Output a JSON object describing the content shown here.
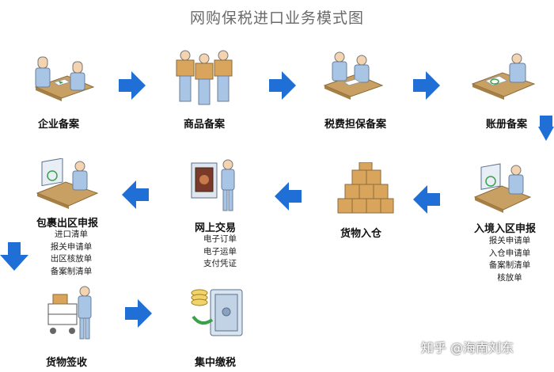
{
  "title": "网购保税进口业务模式图",
  "nodes": [
    {
      "label": "企业备案",
      "icon": "office-meeting-icon"
    },
    {
      "label": "商品备案",
      "icon": "workers-with-boxes-icon"
    },
    {
      "label": "税费担保备案",
      "icon": "office-desk-icon"
    },
    {
      "label": "账册备案",
      "icon": "ledger-desk-icon"
    },
    {
      "label": "入境入区申报",
      "icon": "customs-declaration-icon",
      "items": [
        "报关申请单",
        "入仓申请单",
        "备案制清单",
        "核放单"
      ]
    },
    {
      "label": "货物入仓",
      "icon": "stacked-boxes-icon"
    },
    {
      "label": "网上交易",
      "icon": "online-shopping-icon",
      "items": [
        "电子订单",
        "电子运单",
        "支付凭证"
      ]
    },
    {
      "label": "包裹出区申报",
      "icon": "computer-desk-icon",
      "items": [
        "进口清单",
        "报关申请单",
        "出区核放单",
        "备案制清单"
      ]
    },
    {
      "label": "货物签收",
      "icon": "delivery-cart-icon"
    },
    {
      "label": "集中缴税",
      "icon": "safe-with-coins-icon"
    }
  ],
  "watermark": "知乎 @海南刘东",
  "colors": {
    "arrow": "#1f6fd6",
    "person": "#a9c5e6",
    "desk": "#c9a063",
    "box": "#d9a55c"
  }
}
